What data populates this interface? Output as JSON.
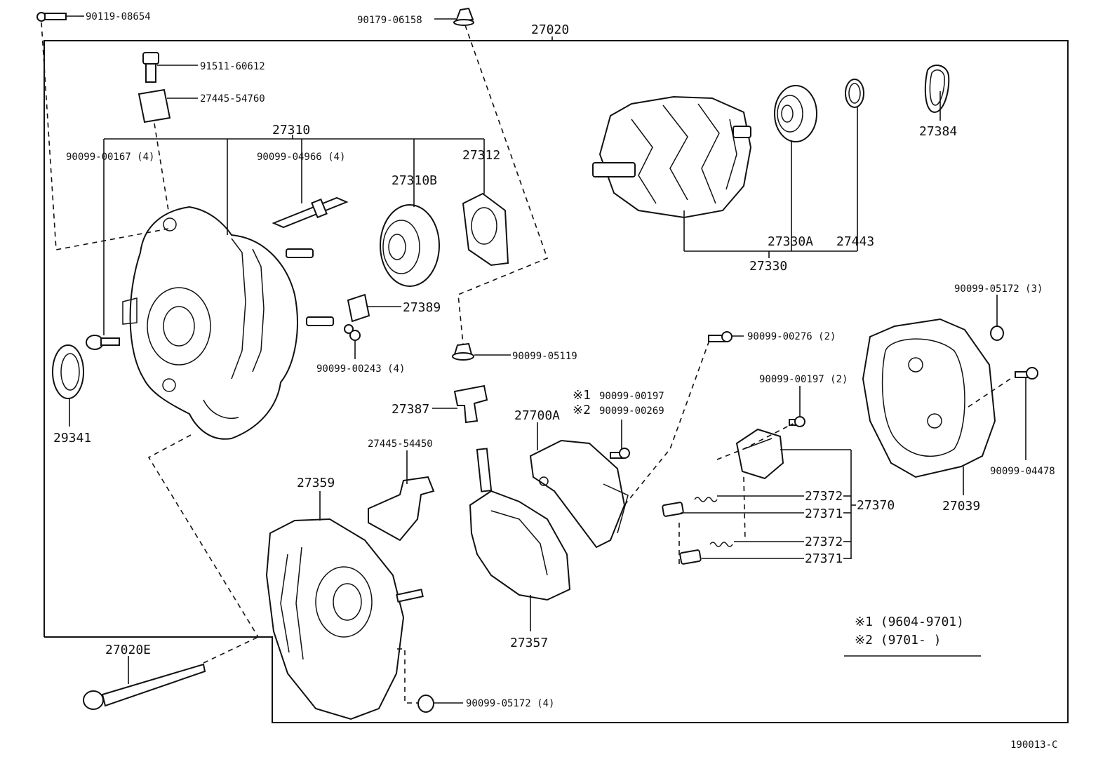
{
  "labels": {
    "p90119_08654": "90119-08654",
    "p90179_06158": "90179-06158",
    "p27020": "27020",
    "p91511_60612": "91511-60612",
    "p27445_54760": "27445-54760",
    "p27310": "27310",
    "p90099_00167": "90099-00167 (4)",
    "p90099_04966": "90099-04966 (4)",
    "p27312": "27312",
    "p27310B": "27310B",
    "p27384": "27384",
    "p27330A": "27330A",
    "p27443": "27443",
    "p27330": "27330",
    "p27389": "27389",
    "p90099_00243": "90099-00243 (4)",
    "p90099_05119": "90099-05119",
    "p90099_05172_3": "90099-05172 (3)",
    "p90099_00276": "90099-00276 (2)",
    "p29341": "29341",
    "p27387": "27387",
    "p27700A": "27700A",
    "p90099_00197_n1": "90099-00197",
    "p90099_00269_n2": "90099-00269",
    "p90099_00197_2": "90099-00197 (2)",
    "p90099_04478": "90099-04478",
    "p27445_54450": "27445-54450",
    "p27359": "27359",
    "p27372a": "27372",
    "p27371a": "27371",
    "p27370": "27370",
    "p27372b": "27372",
    "p27371b": "27371",
    "p27039": "27039",
    "p27357": "27357",
    "p27020E": "27020E",
    "p90099_05172_4": "90099-05172 (4)",
    "note1_mark": "※1",
    "note2_mark": "※2",
    "legend1": "※1 (9604-9701)",
    "legend2": "※2 (9701-      )",
    "figure_code": "190013-C"
  }
}
